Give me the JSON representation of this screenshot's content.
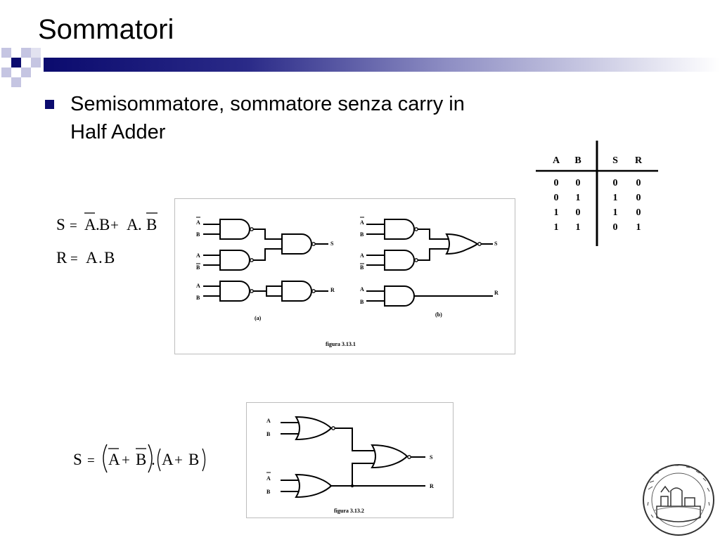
{
  "slide": {
    "title": "Sommatori",
    "bullet": {
      "line1": "Semisommatore, sommatore senza carry in",
      "line2": "Half Adder"
    }
  },
  "formulas": {
    "s1": {
      "lhs": "S",
      "eq": "=",
      "t1": "A",
      "dot1": ".",
      "t2": "B",
      "plus": "+",
      "t3": "A",
      "dot2": ".",
      "t4": "B"
    },
    "r1": {
      "lhs": "R",
      "eq": "=",
      "t1": "A",
      "dot": ".",
      "t2": "B"
    },
    "s2": {
      "lhs": "S",
      "eq": "=",
      "t1": "A",
      "plus1": "+",
      "t2": "B",
      "dot": ".",
      "t3": "A",
      "plus2": "+",
      "t4": "B"
    }
  },
  "truth_table": {
    "headers": [
      "A",
      "B",
      "S",
      "R"
    ],
    "rows": [
      [
        "0",
        "0",
        "0",
        "0"
      ],
      [
        "0",
        "1",
        "1",
        "0"
      ],
      [
        "1",
        "0",
        "1",
        "0"
      ],
      [
        "1",
        "1",
        "0",
        "1"
      ]
    ]
  },
  "figure1": {
    "caption": "figura 3.13.1",
    "sub_a": "(a)",
    "sub_b": "(b)",
    "label_a": "A",
    "label_b": "B",
    "label_s": "S",
    "label_r": "R"
  },
  "figure2": {
    "caption": "figura 3.13.2",
    "label_a": "A",
    "label_b": "B",
    "label_s": "S",
    "label_r": "R"
  },
  "colors": {
    "accent_dark": "#0b0b6e",
    "accent_mid": "#6f6fb5",
    "accent_light": "#c5c5e2"
  }
}
